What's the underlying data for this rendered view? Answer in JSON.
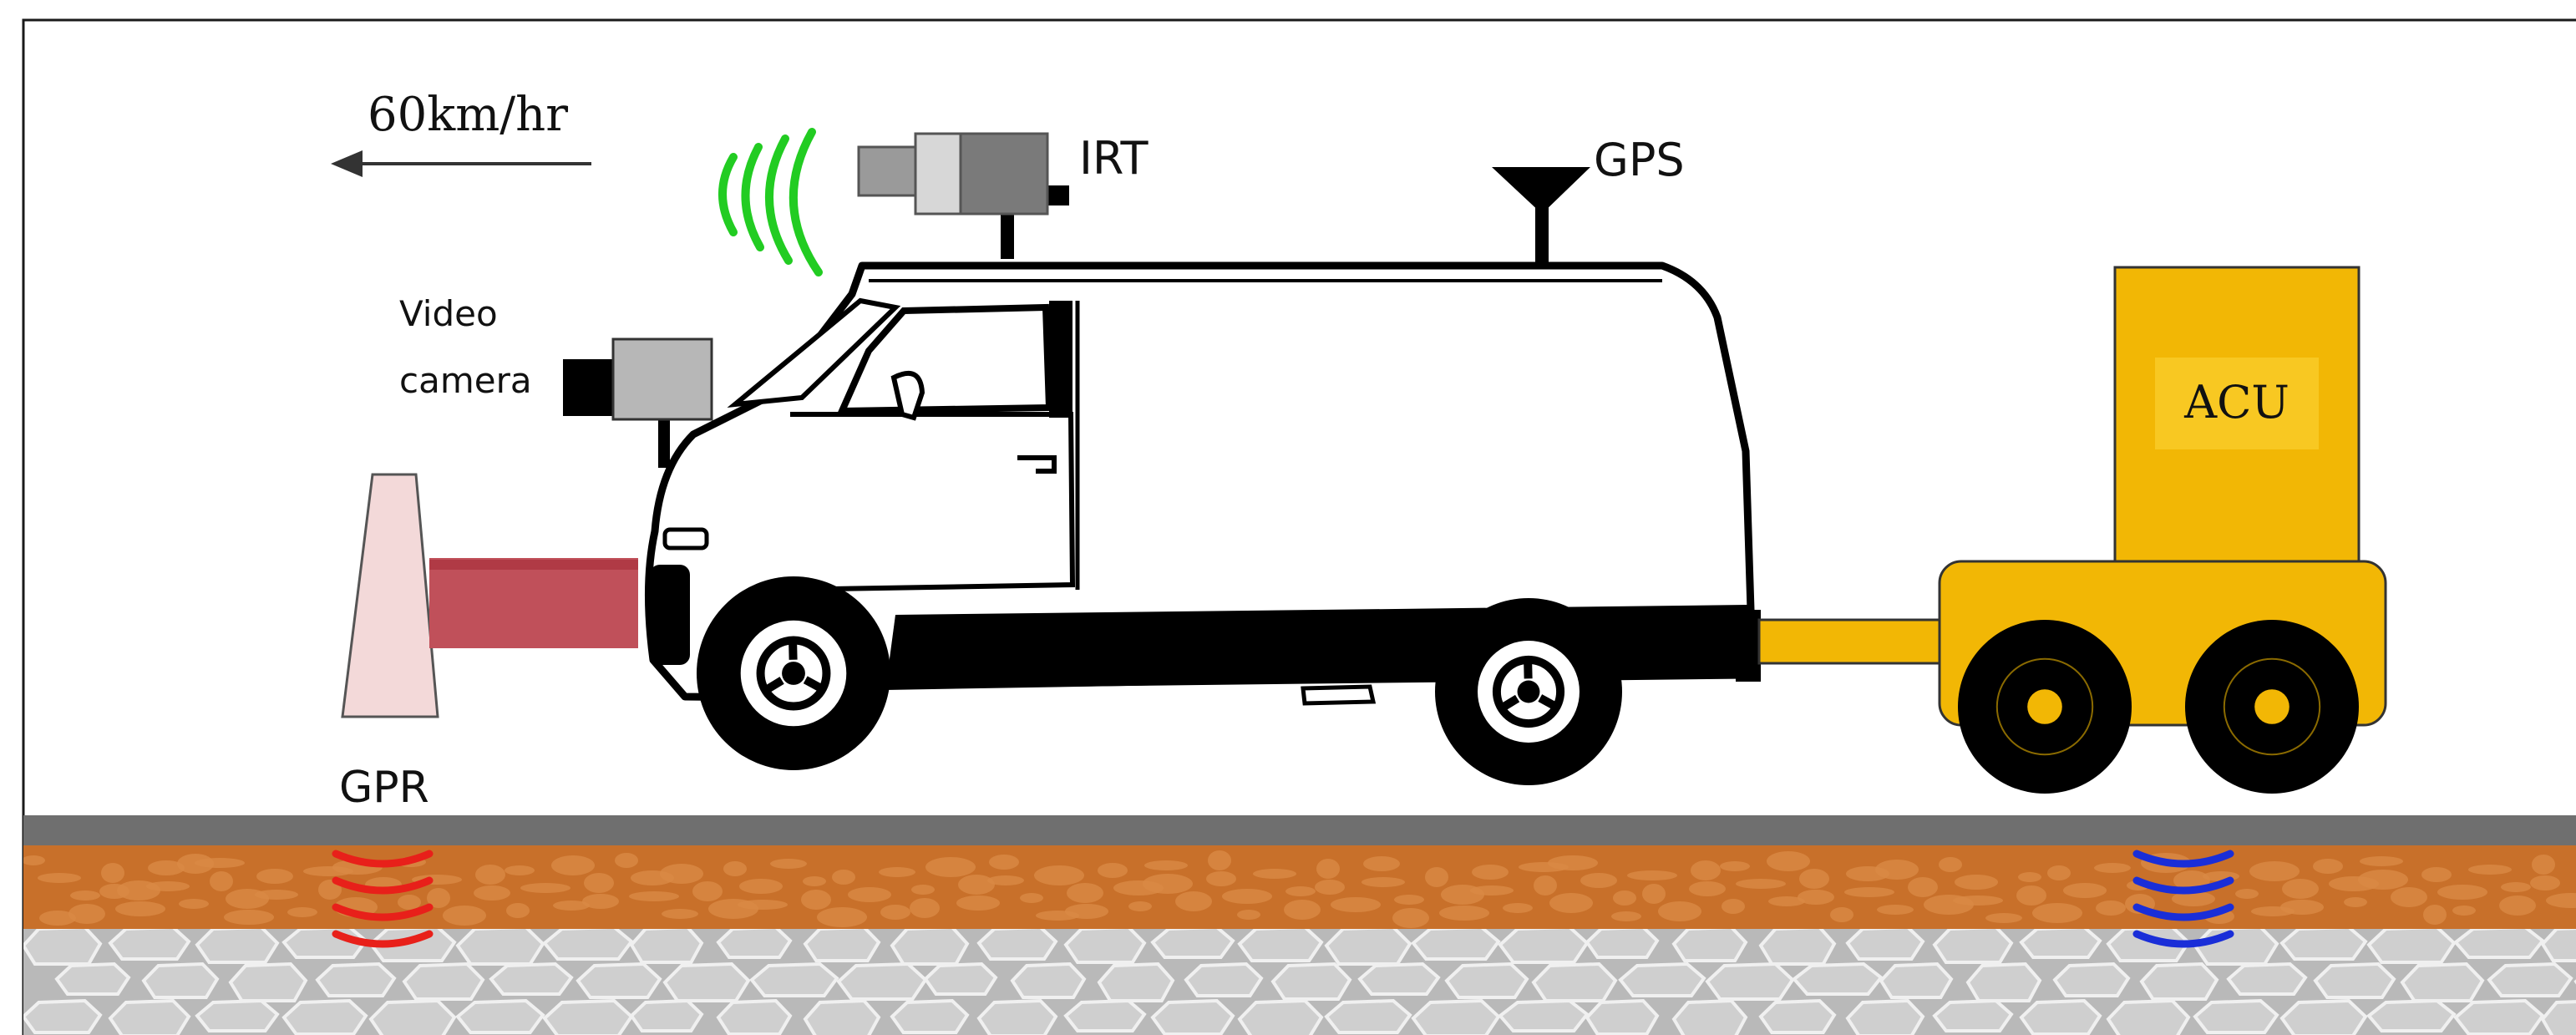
{
  "labels": {
    "speed": "60km/hr",
    "irt": "IRT",
    "gps": "GPS",
    "video_line1": "Video",
    "video_line2": "camera",
    "gpr": "GPR",
    "acu": "ACU"
  },
  "colors": {
    "asphalt": "#6f6f6f",
    "soil": "#c8702a",
    "soil_blotch": "#d98a45",
    "gravel_bg": "#b9b9b9",
    "stone": "#cfcfcf",
    "stone_edge": "#f0f0f0",
    "acu_yellow": "#f2b705",
    "acu_label_bg": "#f8c822",
    "gpr_antenna": "#f3d9d9",
    "gpr_beam": "#c0505a",
    "irt_waves": "#22cc22",
    "gpr_waves": "#e8201a",
    "acu_waves": "#1a2ed8",
    "van_body": "#ffffff",
    "van_outline": "#000000"
  },
  "icons": {
    "direction": "arrow-left-icon",
    "irt": "infrared-camera-icon",
    "gps": "gps-antenna-icon",
    "video": "video-camera-icon"
  }
}
